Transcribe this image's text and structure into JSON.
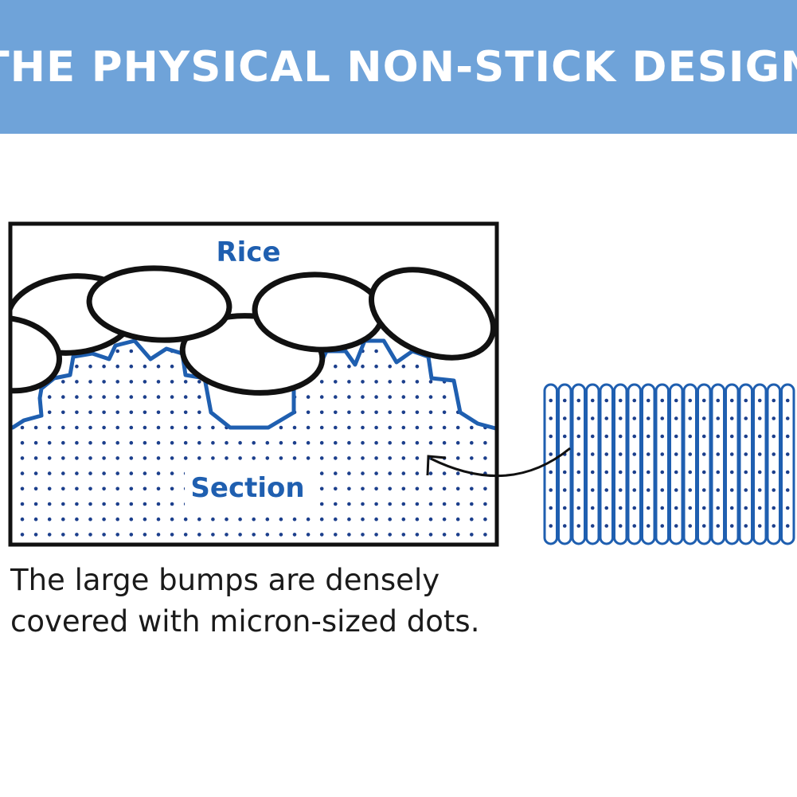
{
  "banner": {
    "title": "THE PHYSICAL NON-STICK DESIGN"
  },
  "diagram": {
    "rice_label": "Rice",
    "section_label": "Section",
    "micro_strip_count": 18,
    "dots_per_strip": 8
  },
  "caption": {
    "line1": "The large bumps are densely",
    "line2": "covered with micron-sized dots."
  },
  "colors": {
    "banner": "#6fa3d9",
    "accent_blue": "#1f5fb0",
    "dot": "#1c3f8c",
    "outline": "#111111"
  }
}
